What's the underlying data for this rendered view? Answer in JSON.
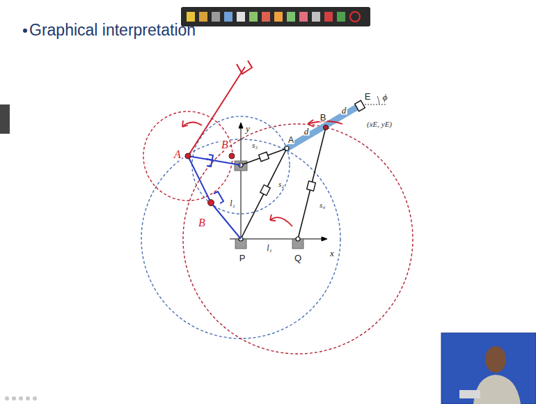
{
  "diagram": {
    "title": "Graphical interpretation",
    "labels": [
      "E",
      "B",
      "d",
      "d",
      "ϕ",
      "(xE, yE)",
      "y",
      "s₃",
      "A",
      "s₂",
      "s₄",
      "l₁",
      "P",
      "l₁",
      "Q",
      "x",
      "A",
      "B",
      "B"
    ]
  }
}
